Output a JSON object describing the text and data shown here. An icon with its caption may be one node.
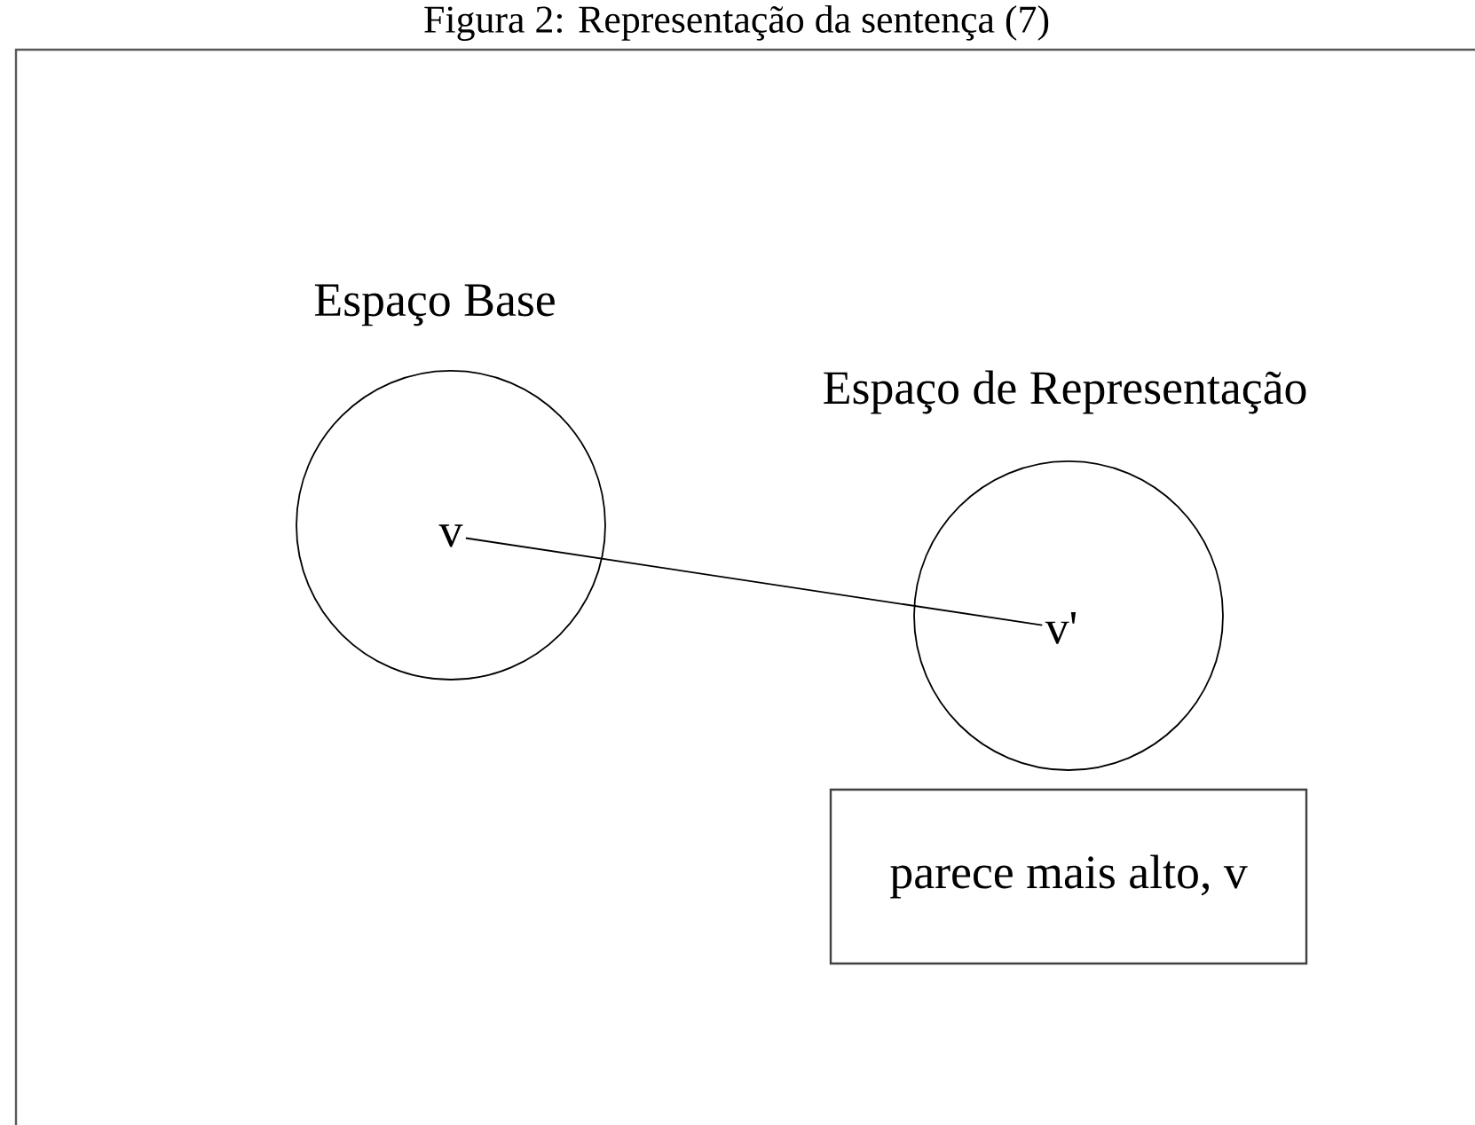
{
  "diagram": {
    "title": "Figura 2: Representação da sentença (7)",
    "nodes": [
      {
        "text": [
          "Espaço Base"
        ]
      },
      {
        "text": [
          "v"
        ],
        "in": 0
      },
      {
        "text": [
          "Espaço de Representação"
        ]
      },
      {
        "text": [
          "v'"
        ],
        "in": 2
      },
      {
        "text": [
          "parece mais alto, v"
        ]
      }
    ],
    "edges": [
      {
        "from": 1,
        "to": 3,
        "arrow": "none"
      }
    ]
  }
}
